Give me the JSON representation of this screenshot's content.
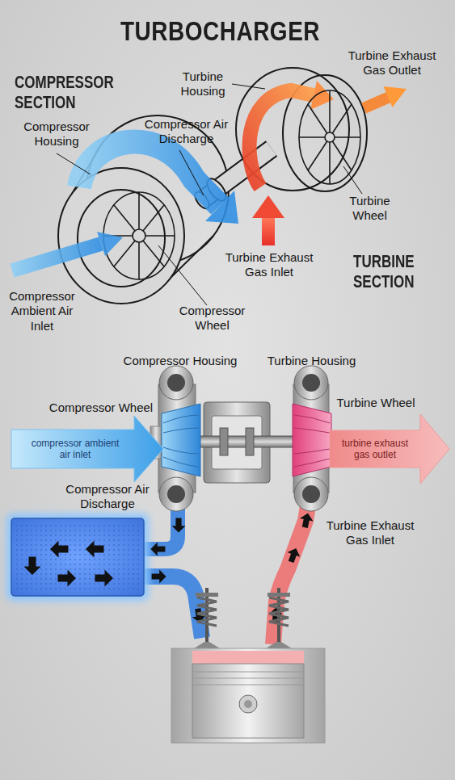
{
  "diagram": {
    "title": "TURBOCHARGER",
    "nodes": [
      {
        "text": [
          "compressor ambient air inlet"
        ]
      },
      {
        "text": [
          "turbine exhaust gas outlet"
        ]
      }
    ],
    "labels": [
      "COMPRESSOR SECTION",
      "Turbine Housing",
      "Turbine Exhaust Gas Outlet",
      "Compressor Housing",
      "Compressor Air Discharge",
      "Turbine Wheel",
      "Turbine Exhaust Gas Inlet",
      "TURBINE SECTION",
      "Compressor Ambient Air Inlet",
      "Compressor Wheel",
      "Compressor Housing",
      "Turbine Housing",
      "Compressor Wheel",
      "Turbine Wheel",
      "Compressor Air Discharge",
      "Turbine Exhaust Gas Inlet"
    ]
  }
}
